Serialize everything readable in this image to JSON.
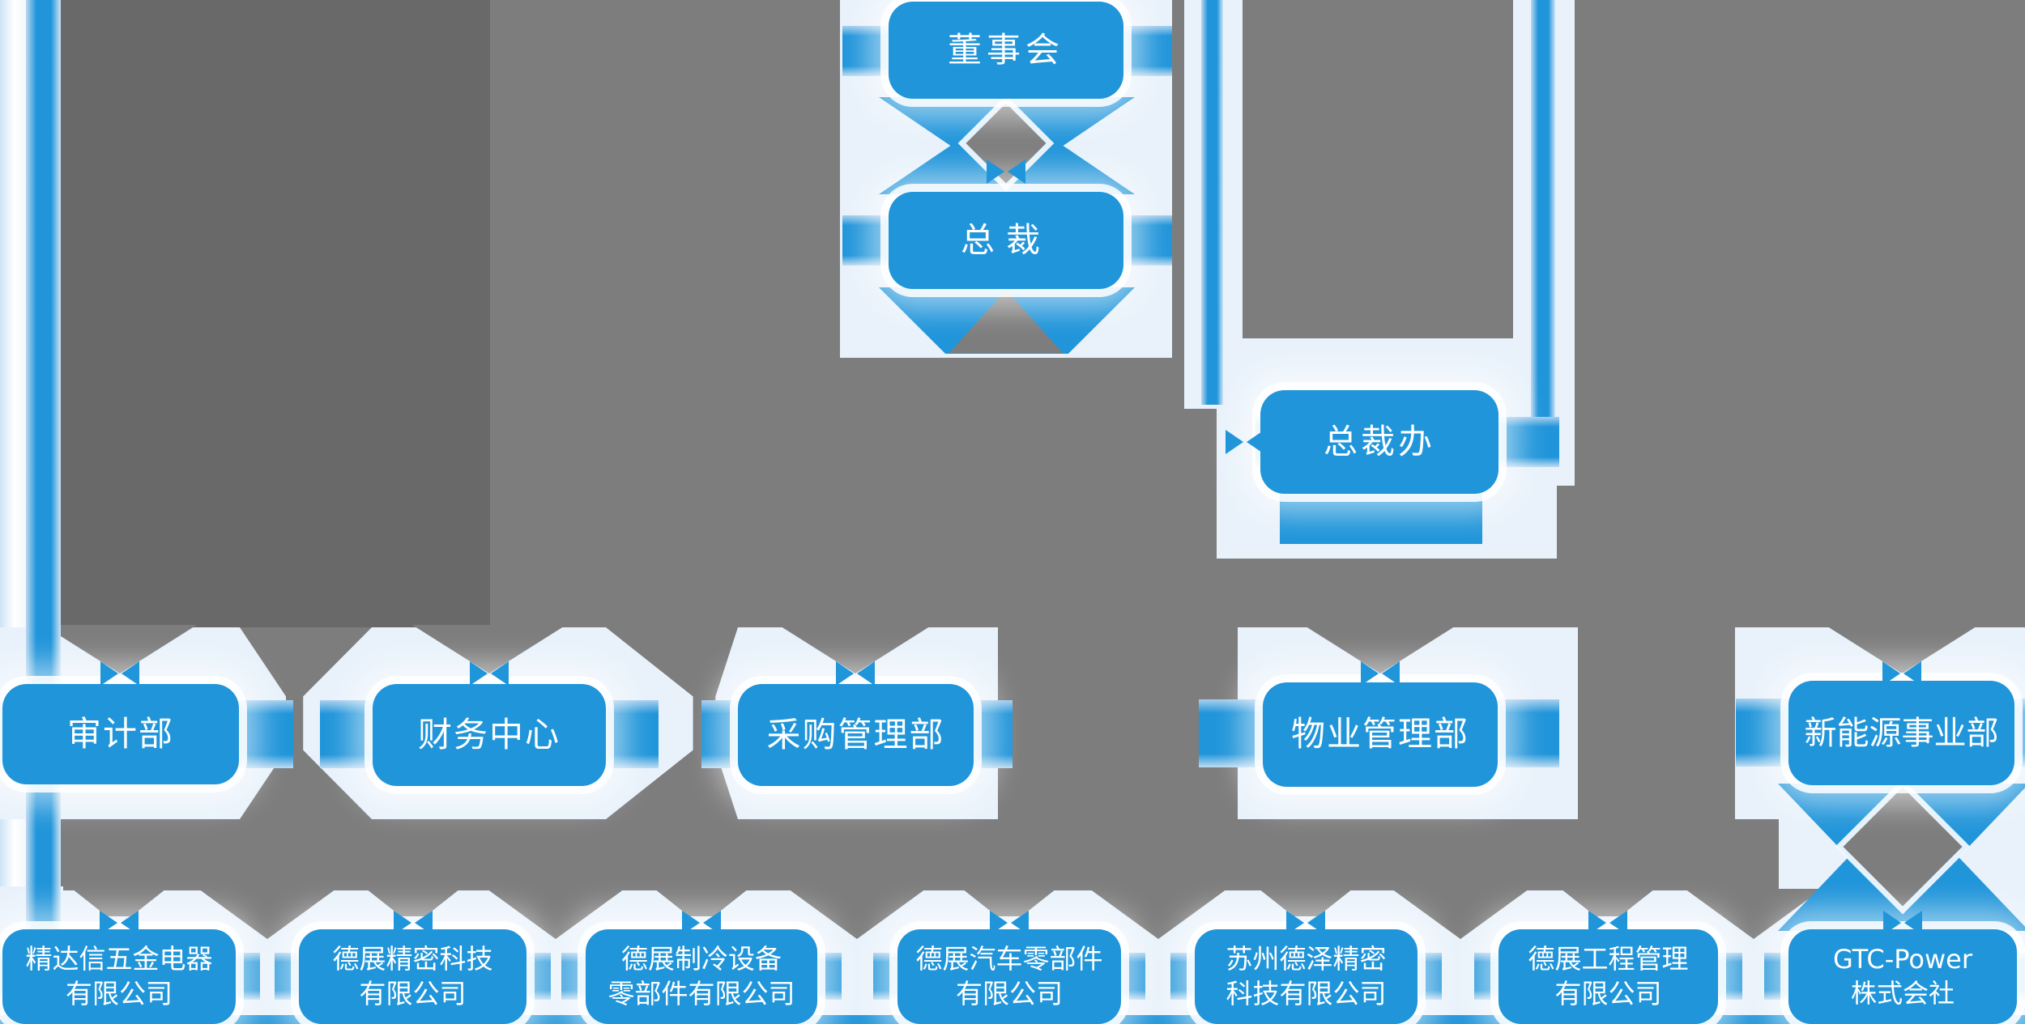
{
  "diagram": {
    "type": "org-chart",
    "colors": {
      "node_blue": "#2095da",
      "background_gray": "#7d7d7d",
      "dark_gray": "#696969",
      "glow_light_blue": "#e9f2fb",
      "text_white": "#ffffff"
    },
    "nodes": {
      "board": {
        "label": "董事会"
      },
      "president": {
        "label": "总裁"
      },
      "office": {
        "label": "总裁办"
      },
      "audit": {
        "label": "审计部"
      },
      "finance": {
        "label": "财务中心"
      },
      "procurement": {
        "label": "采购管理部"
      },
      "property": {
        "label": "物业管理部"
      },
      "newenergy": {
        "label": "新能源事业部"
      },
      "sub1": {
        "label": "精达信五金电器\n有限公司"
      },
      "sub2": {
        "label": "德展精密科技\n有限公司"
      },
      "sub3": {
        "label": "德展制冷设备\n零部件有限公司"
      },
      "sub4": {
        "label": "德展汽车零部件\n有限公司"
      },
      "sub5": {
        "label": "苏州德泽精密\n科技有限公司"
      },
      "sub6": {
        "label": "德展工程管理\n有限公司"
      },
      "sub7": {
        "label": "GTC-Power\n株式会社"
      }
    },
    "edges": [
      [
        "board",
        "president"
      ],
      [
        "president",
        "office"
      ],
      [
        "president",
        "audit"
      ],
      [
        "president",
        "finance"
      ],
      [
        "president",
        "procurement"
      ],
      [
        "president",
        "property"
      ],
      [
        "president",
        "newenergy"
      ],
      [
        "newenergy",
        "sub7"
      ],
      [
        "president",
        "sub1"
      ],
      [
        "president",
        "sub2"
      ],
      [
        "president",
        "sub3"
      ],
      [
        "president",
        "sub4"
      ],
      [
        "president",
        "sub5"
      ],
      [
        "president",
        "sub6"
      ]
    ]
  }
}
